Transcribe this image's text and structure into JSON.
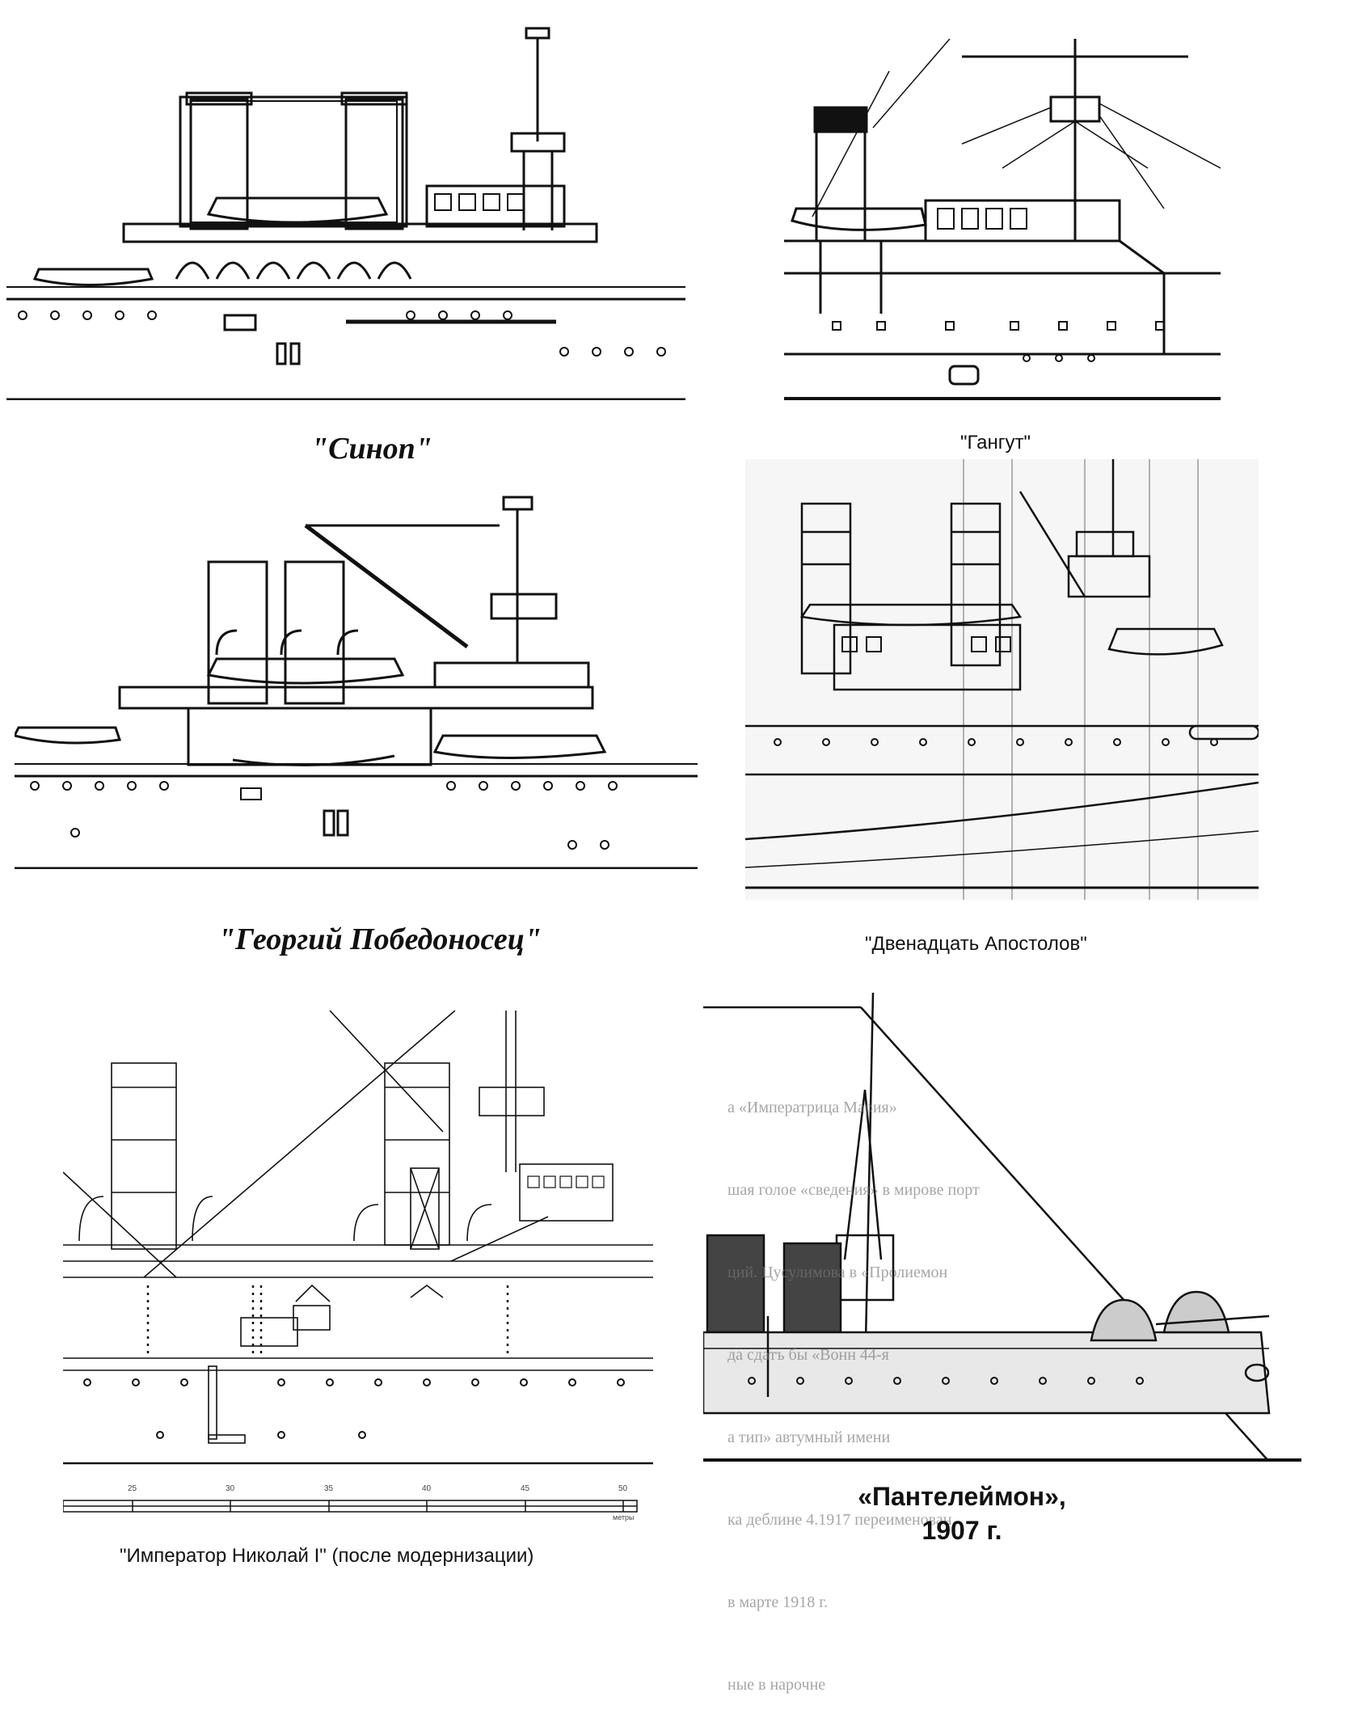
{
  "captions": {
    "sinop": "\"Синоп\"",
    "gangut": "\"Гангут\"",
    "georgiy": "\"Георгий Победоносец\"",
    "twelve_apostles": "\"Двенадцать Апостолов\"",
    "nikolai": "\"Император Николай I\" (после модернизации)",
    "panteleimon_line1": "«Пантелеймон»,",
    "panteleimon_line2": "1907 г."
  },
  "scale_bar": {
    "ticks": [
      "25",
      "30",
      "35",
      "40",
      "45",
      "50"
    ],
    "unit": "метры"
  },
  "panteleimon_background_text": [
    "а «Императрица Мария»",
    "шая голое «сведения» в мирове порт",
    "ций. Цусулимова в «Пролиемон",
    "да сдатъ бы «Вонн 44-я",
    "а тип» автумный имени",
    "ка деблине 4.1917 переименован",
    "в марте 1918 г.",
    "ные в нарочне"
  ],
  "colors": {
    "ink": "#111111",
    "paper": "#ffffff",
    "shade": "#9a9a9a"
  }
}
